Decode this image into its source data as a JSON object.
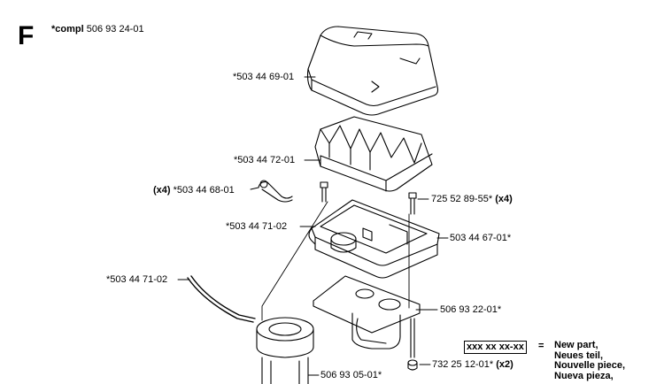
{
  "section": {
    "letter": "F",
    "compl_prefix": "*compl",
    "compl_number": "506 93 24-01"
  },
  "labels": {
    "cover": "*503 44 69-01",
    "filter": "*503 44 72-01",
    "clip_qty": "(x4)",
    "clip": "*503 44 68-01",
    "screw_top": "725 52 89-55*",
    "screw_top_qty": "(x4)",
    "filter_base_left": "*503 44 71-02",
    "holder": "503 44 67-01*",
    "hose": "*503 44 71-02",
    "plate": "506 93 22-01*",
    "screw_bottom": "732 25 12-01*",
    "screw_bottom_qty": "(x2)",
    "bellow": "506 93 05-01*"
  },
  "legend": {
    "box": "xxx xx xx-xx",
    "equals": "=",
    "lines": [
      "New part,",
      "Neues teil,",
      "Nouvelle piece,",
      "Nueva pieza,"
    ]
  }
}
